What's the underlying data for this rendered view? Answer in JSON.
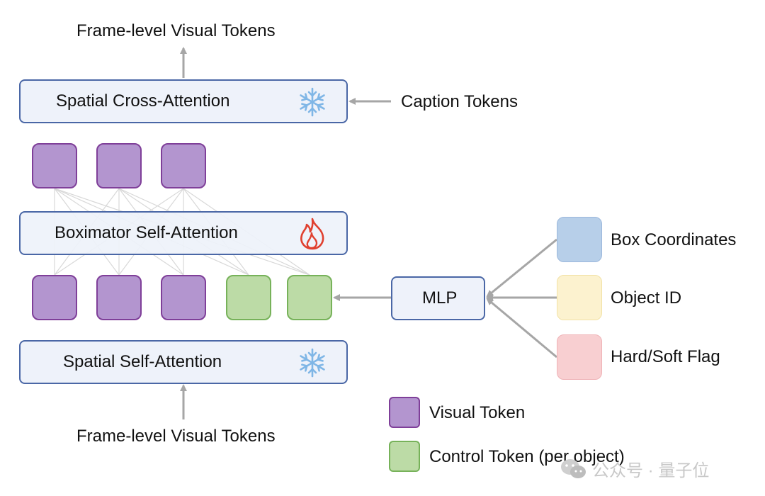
{
  "top_output_label": "Frame-level Visual Tokens",
  "bottom_input_label": "Frame-level Visual Tokens",
  "caption_label": "Caption Tokens",
  "blocks": {
    "cross_attention": "Spatial Cross-Attention",
    "boximator": "Boximator Self-Attention",
    "spatial_self": "Spatial Self-Attention"
  },
  "mlp_label": "MLP",
  "inputs": [
    {
      "label": "Box Coordinates",
      "color": "#b7cfe9",
      "border": "#9cb8dc"
    },
    {
      "label": "Object ID",
      "color": "#fcf2cf",
      "border": "#f2e2a6"
    },
    {
      "label": "Hard/Soft Flag",
      "color": "#f8cfd1",
      "border": "#efb3b7"
    }
  ],
  "legend": {
    "visual": "Visual Token",
    "control": "Control Token (per object)"
  },
  "icons": {
    "frozen": "snowflake-icon",
    "trainable": "flame-icon"
  },
  "colors": {
    "visual_fill": "#b395cf",
    "control_fill": "#bcdba6",
    "block_fill": "#eef2fa",
    "block_border": "#4a67a6",
    "snowflake": "#7fb6e6",
    "flame": "#e0402f",
    "arrow": "#a6a6a6"
  },
  "watermark": "公众号 · 量子位"
}
